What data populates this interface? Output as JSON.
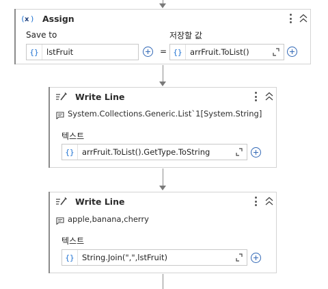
{
  "assign": {
    "title": "Assign",
    "save_to_label": "Save to",
    "value_label": "저장할 값",
    "save_to_value": "lstFruit",
    "equals": "=",
    "value": "arrFruit.ToList()",
    "brace": "{}"
  },
  "writeline1": {
    "title": "Write Line",
    "output": "System.Collections.Generic.List`1[System.String]",
    "text_label": "텍스트",
    "value": "arrFruit.ToList().GetType.ToString",
    "brace": "{}"
  },
  "writeline2": {
    "title": "Write Line",
    "output": "apple,banana,cherry",
    "text_label": "텍스트",
    "value": "String.Join(\",\",lstFruit)",
    "brace": "{}"
  },
  "colors": {
    "accent_blue": "#2f66b5",
    "brace_blue": "#1a6fd1",
    "border": "#d3d3d3"
  },
  "icons": [
    "assign-icon",
    "write-line-icon",
    "message-icon",
    "kebab-menu-icon",
    "collapse-icon",
    "expand-editor-icon",
    "add-icon"
  ]
}
